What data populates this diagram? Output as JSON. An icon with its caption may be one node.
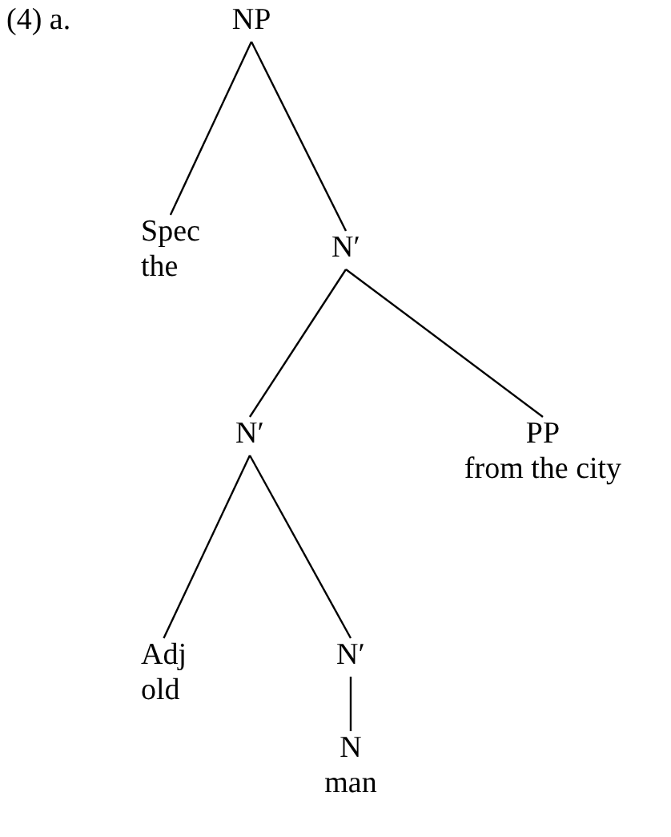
{
  "diagram": {
    "nodes": [
      {
        "text": [
          "NP"
        ]
      },
      {
        "text": [
          "Spec",
          "the"
        ]
      },
      {
        "text": [
          "N′"
        ]
      },
      {
        "text": [
          "N′"
        ]
      },
      {
        "text": [
          "PP",
          "from the city"
        ]
      },
      {
        "text": [
          "Adj",
          "old"
        ]
      },
      {
        "text": [
          "N′"
        ]
      },
      {
        "text": [
          "N",
          "man"
        ]
      }
    ],
    "edges": [
      {
        "from": 0,
        "to": 1,
        "arrow": "none"
      },
      {
        "from": 0,
        "to": 2,
        "arrow": "none"
      },
      {
        "from": 2,
        "to": 3,
        "arrow": "none"
      },
      {
        "from": 2,
        "to": 4,
        "arrow": "none"
      },
      {
        "from": 3,
        "to": 5,
        "arrow": "none"
      },
      {
        "from": 3,
        "to": 6,
        "arrow": "none"
      },
      {
        "from": 6,
        "to": 7,
        "arrow": "none"
      }
    ],
    "labels": [
      "(4) a."
    ]
  }
}
